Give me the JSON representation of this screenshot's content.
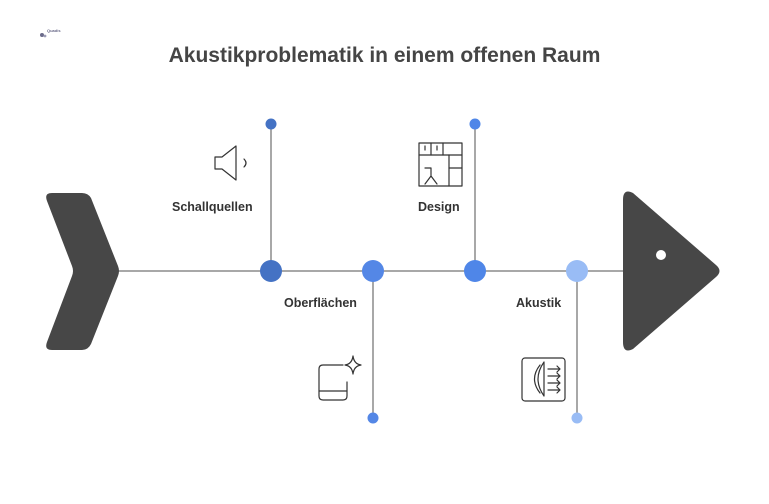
{
  "title": "Akustikproblematik in einem offenen Raum",
  "logo": {
    "text": "Quadis"
  },
  "colors": {
    "spine": "#8c8c8c",
    "tail_head": "#474747",
    "node_1": "#4472c4",
    "node_2": "#5487e6",
    "node_3": "#4f86e8",
    "node_4": "#99bcf5"
  },
  "branches": [
    {
      "label": "Schallquellen",
      "icon": "speaker-icon"
    },
    {
      "label": "Oberflächen",
      "icon": "surface-sparkle-icon"
    },
    {
      "label": "Design",
      "icon": "floor-plan-icon"
    },
    {
      "label": "Akustik",
      "icon": "acoustic-waves-icon"
    }
  ]
}
